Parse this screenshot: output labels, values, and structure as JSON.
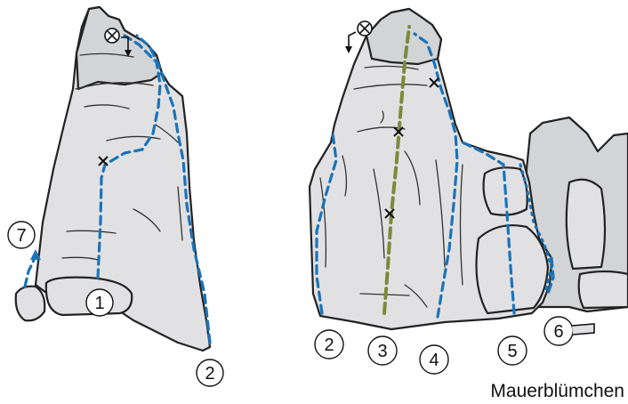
{
  "caption": "Mauerblümchen",
  "colors": {
    "route_blue": "#1a73b8",
    "route_green": "#7b8a3a",
    "rock": "#e1e1e3"
  },
  "route_labels": [
    "7",
    "1",
    "2",
    "2",
    "3",
    "4",
    "5",
    "6"
  ]
}
